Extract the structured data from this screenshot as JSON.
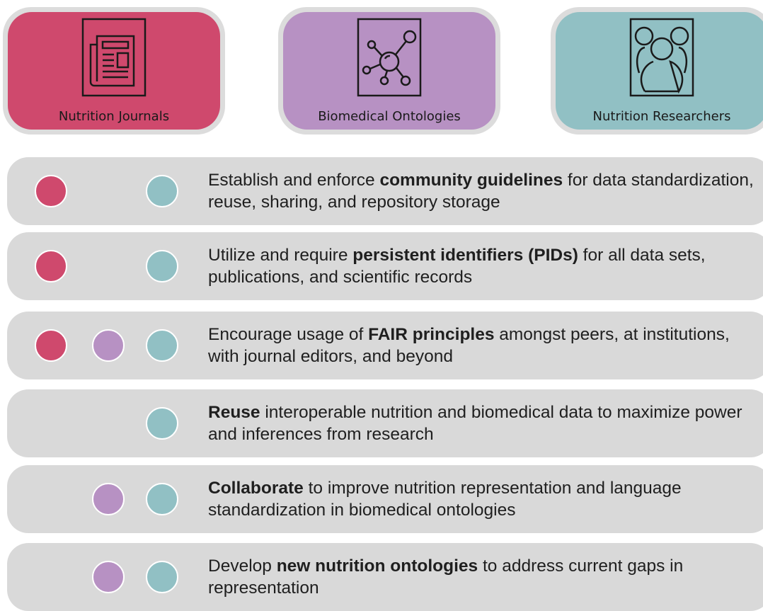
{
  "stakeholders": [
    {
      "label": "Nutrition Journals",
      "icon": "newspaper-icon",
      "color": "#cf496d"
    },
    {
      "label": "Biomedical Ontologies",
      "icon": "network-icon",
      "color": "#b791c3"
    },
    {
      "label": "Nutrition Researchers",
      "icon": "people-icon",
      "color": "#91c0c4"
    }
  ],
  "rows": [
    {
      "pre": "Establish and enforce ",
      "bold": "community guidelines",
      "post": " for data standardization, reuse, sharing, and repository storage",
      "journals": true,
      "ontologies": false,
      "researchers": true
    },
    {
      "pre": "Utilize and require ",
      "bold": "persistent identifiers (PIDs)",
      "post": " for all data sets, publications, and scientific records",
      "journals": true,
      "ontologies": false,
      "researchers": true
    },
    {
      "pre": "Encourage usage of ",
      "bold": "FAIR principles",
      "post": " amongst peers, at institutions, with journal editors, and beyond",
      "journals": true,
      "ontologies": true,
      "researchers": true
    },
    {
      "pre": "",
      "bold": "Reuse",
      "post": " interoperable nutrition and biomedical data to maximize power and inferences from research",
      "journals": false,
      "ontologies": false,
      "researchers": true
    },
    {
      "pre": "",
      "bold": "Collaborate",
      "post": " to improve nutrition representation and language standardization in biomedical ontologies",
      "journals": false,
      "ontologies": true,
      "researchers": true
    },
    {
      "pre": "Develop ",
      "bold": "new nutrition ontologies",
      "post": " to address current gaps in representation",
      "journals": false,
      "ontologies": true,
      "researchers": true
    }
  ]
}
